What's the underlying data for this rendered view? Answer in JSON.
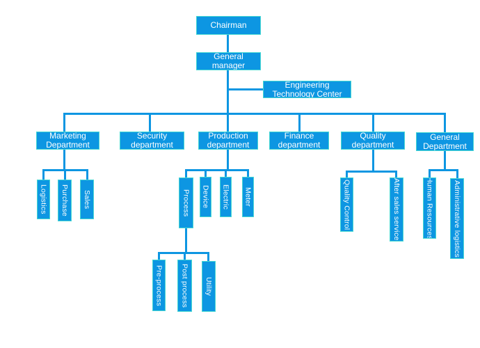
{
  "diagram": {
    "type": "org-chart",
    "colors": {
      "box_fill": "#0d96e2",
      "box_border": "#46d8d2",
      "connector": "#0d96e2",
      "text": "#ffffff",
      "background": "#ffffff"
    },
    "nodes": {
      "chairman": "Chairman",
      "general_manager": "General manager",
      "engineering_technology_center": "Engineering Technology Center",
      "marketing_department": "Marketing Department",
      "security_department": "Security department",
      "production_department": "Production department",
      "finance_department": "Finance department",
      "quality_department": "Quality department",
      "general_department": "General Department",
      "logistics": "Logistics",
      "purchase": "Purchase",
      "sales": "Sales",
      "process": "Process",
      "device": "Device",
      "electric": "Electric",
      "meter": "Meter",
      "pre_process": "Pre-process",
      "post_process": "Post process",
      "utility": "Utility",
      "quality_control": "Quality Control",
      "after_sales_service": "After sales service",
      "human_resources": "Human Resources",
      "administrative_logistics": "Administrative logistics"
    },
    "hierarchy": [
      {
        "parent": "Chairman",
        "children": [
          "General manager"
        ]
      },
      {
        "parent": "General manager",
        "children": [
          "Engineering Technology Center",
          "Marketing Department",
          "Security department",
          "Production department",
          "Finance department",
          "Quality department",
          "General Department"
        ]
      },
      {
        "parent": "Marketing Department",
        "children": [
          "Logistics",
          "Purchase",
          "Sales"
        ]
      },
      {
        "parent": "Production department",
        "children": [
          "Process",
          "Device",
          "Electric",
          "Meter"
        ]
      },
      {
        "parent": "Process",
        "children": [
          "Pre-process",
          "Post process",
          "Utility"
        ]
      },
      {
        "parent": "Quality department",
        "children": [
          "Quality Control",
          "After sales service"
        ]
      },
      {
        "parent": "General Department",
        "children": [
          "Human Resources",
          "Administrative logistics"
        ]
      }
    ]
  }
}
